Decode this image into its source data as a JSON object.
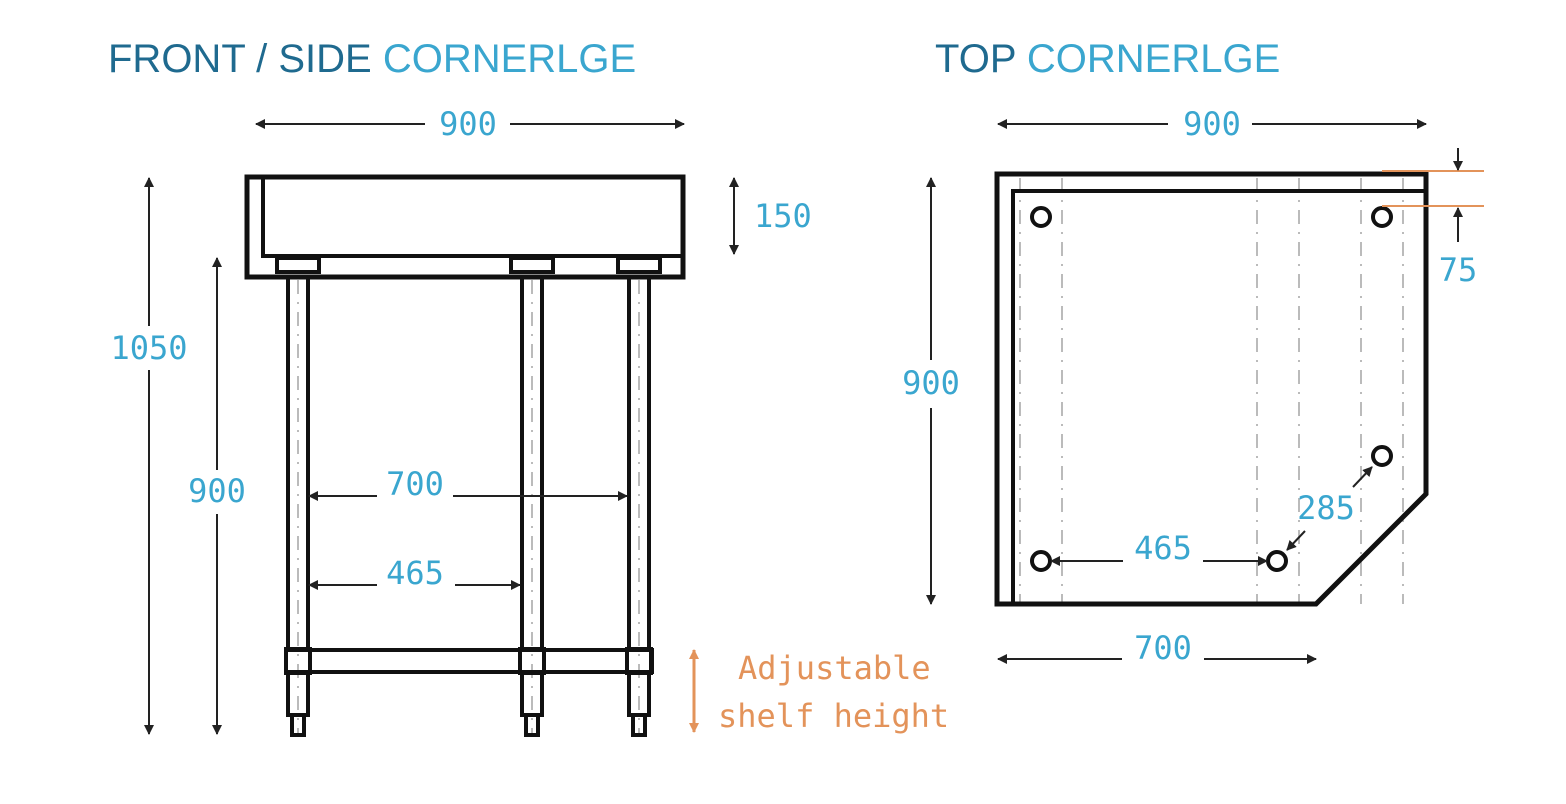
{
  "front_view": {
    "title_prefix": "FRONT / SIDE ",
    "title_model": "CORNERLGE",
    "dimensions": {
      "overall_width": "900",
      "splashback_height": "150",
      "overall_height": "1050",
      "bench_height": "900",
      "leg_span_outer": "700",
      "leg_span_inner": "465"
    },
    "note_line1": "Adjustable",
    "note_line2": "shelf height"
  },
  "top_view": {
    "title_prefix": "TOP  ",
    "title_model": "CORNERLGE",
    "dimensions": {
      "overall_width": "900",
      "overall_depth": "900",
      "leg_inset": "75",
      "leg_spacing_diagonal": "285",
      "leg_spacing": "465",
      "front_width": "700"
    }
  },
  "colors": {
    "title_dark": "#1f6a8f",
    "title_light": "#3aa6cf",
    "dimension": "#3aa6cf",
    "note": "#e3935a",
    "line": "#111111"
  }
}
